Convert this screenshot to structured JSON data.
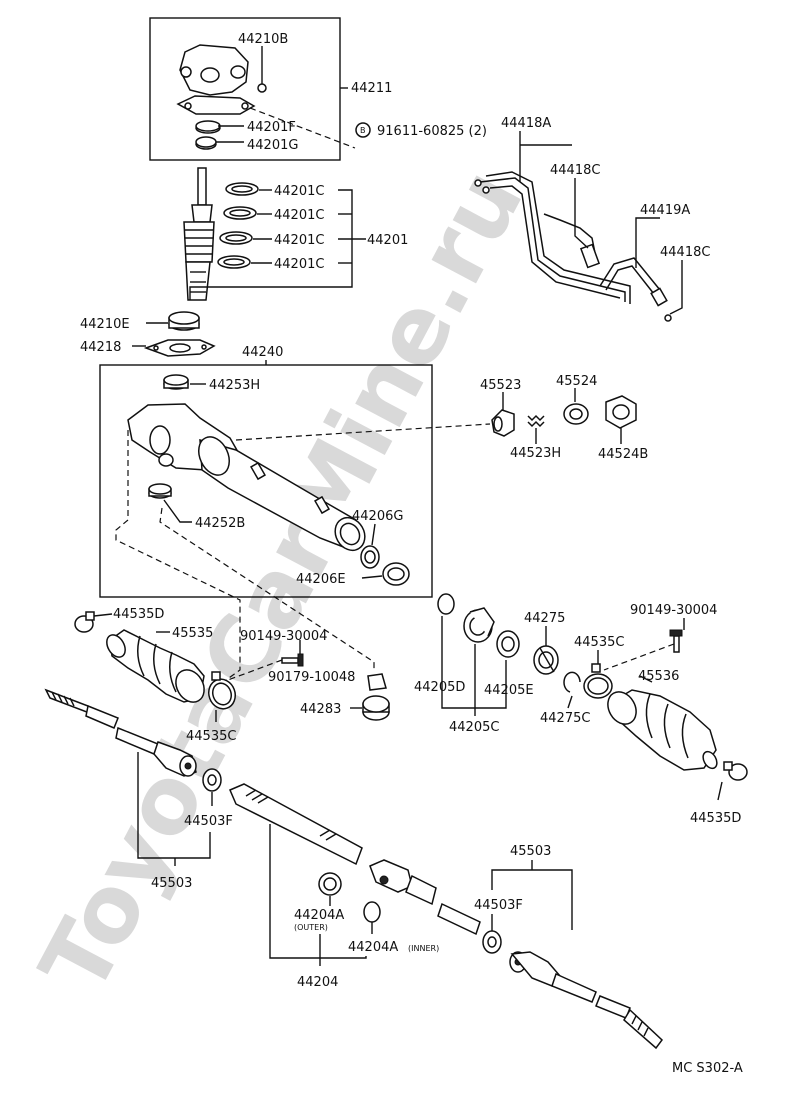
{
  "watermark": "ToyotaCarMine.ru",
  "drawing_code": "MC S302-A",
  "labels": {
    "l44210B": "44210B",
    "l44211": "44211",
    "l44201F": "44201F",
    "l44201G": "44201G",
    "l91611": "91611-60825 (2)",
    "l91611_mark": "B",
    "l44418A": "44418A",
    "l44418C_1": "44418C",
    "l44419A": "44419A",
    "l44418C_2": "44418C",
    "l44201C_1": "44201C",
    "l44201C_2": "44201C",
    "l44201C_3": "44201C",
    "l44201C_4": "44201C",
    "l44201": "44201",
    "l44210E": "44210E",
    "l44218": "44218",
    "l44240": "44240",
    "l44253H": "44253H",
    "l45523": "45523",
    "l45524": "45524",
    "l44523H": "44523H",
    "l44524B": "44524B",
    "l44252B": "44252B",
    "l44206G": "44206G",
    "l44206E": "44206E",
    "l44535D_1": "44535D",
    "l45535": "45535",
    "l90149_1": "90149-30004",
    "l90179": "90179-10048",
    "l44283": "44283",
    "l44535C_1": "44535C",
    "l44205D": "44205D",
    "l44205E": "44205E",
    "l44205C": "44205C",
    "l44275": "44275",
    "l90149_2": "90149-30004",
    "l44535C_2": "44535C",
    "l45536": "45536",
    "l44275C": "44275C",
    "l44535D_2": "44535D",
    "l44503F_1": "44503F",
    "l45503_1": "45503",
    "l45503_2": "45503",
    "l44503F_2": "44503F",
    "l44204A_outer": "44204A",
    "l44204A_outer_note": "(OUTER)",
    "l44204A_inner": "44204A",
    "l44204A_inner_note": "(INNER)",
    "l44204": "44204"
  }
}
